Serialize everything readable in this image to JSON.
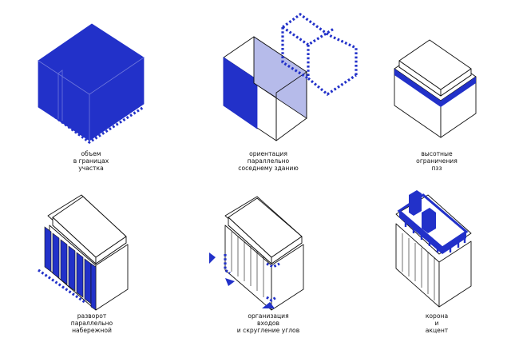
{
  "colors": {
    "accent": "#2231c9",
    "accent_light": "#b6bbea",
    "stroke": "#111111",
    "background": "#ffffff"
  },
  "panels": [
    {
      "id": "volume",
      "caption": [
        "объем",
        "в границах",
        "участка"
      ]
    },
    {
      "id": "orientation",
      "caption": [
        "ориентация",
        "параллельно",
        "соседнему зданию"
      ]
    },
    {
      "id": "height",
      "caption": [
        "высотные",
        "ограничения",
        "пзз"
      ]
    },
    {
      "id": "turn",
      "caption": [
        "разворот",
        "параллельно",
        "набережной"
      ]
    },
    {
      "id": "entrances",
      "caption": [
        "организация",
        "входов",
        "и скругление углов"
      ]
    },
    {
      "id": "crown",
      "caption": [
        "корона",
        "и",
        "акцент"
      ]
    }
  ]
}
